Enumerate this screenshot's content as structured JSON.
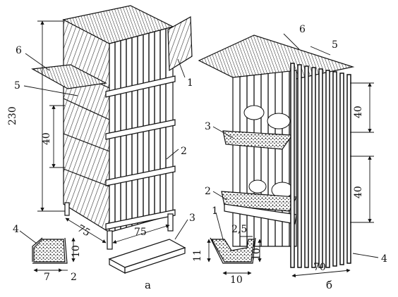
{
  "figure_a": {
    "caption": "а",
    "callouts": [
      "1",
      "2",
      "3",
      "4",
      "5",
      "6"
    ],
    "dims": {
      "height": "230",
      "tier": "40",
      "depth": "75",
      "width": "75",
      "trough_h": "10",
      "trough_w": "7",
      "trough_lip": "2"
    }
  },
  "figure_b": {
    "caption": "б",
    "callouts": [
      "1",
      "2",
      "3",
      "4",
      "5",
      "6"
    ],
    "dims": {
      "tier_top": "40",
      "tier_bottom": "40",
      "width": "70",
      "trough_h": "11",
      "trough_w": "10",
      "trough_lip": "2,5",
      "trough_inner": "10"
    }
  },
  "colors": {
    "ink": "#111111",
    "paper": "#ffffff",
    "hatch": "#333333"
  }
}
